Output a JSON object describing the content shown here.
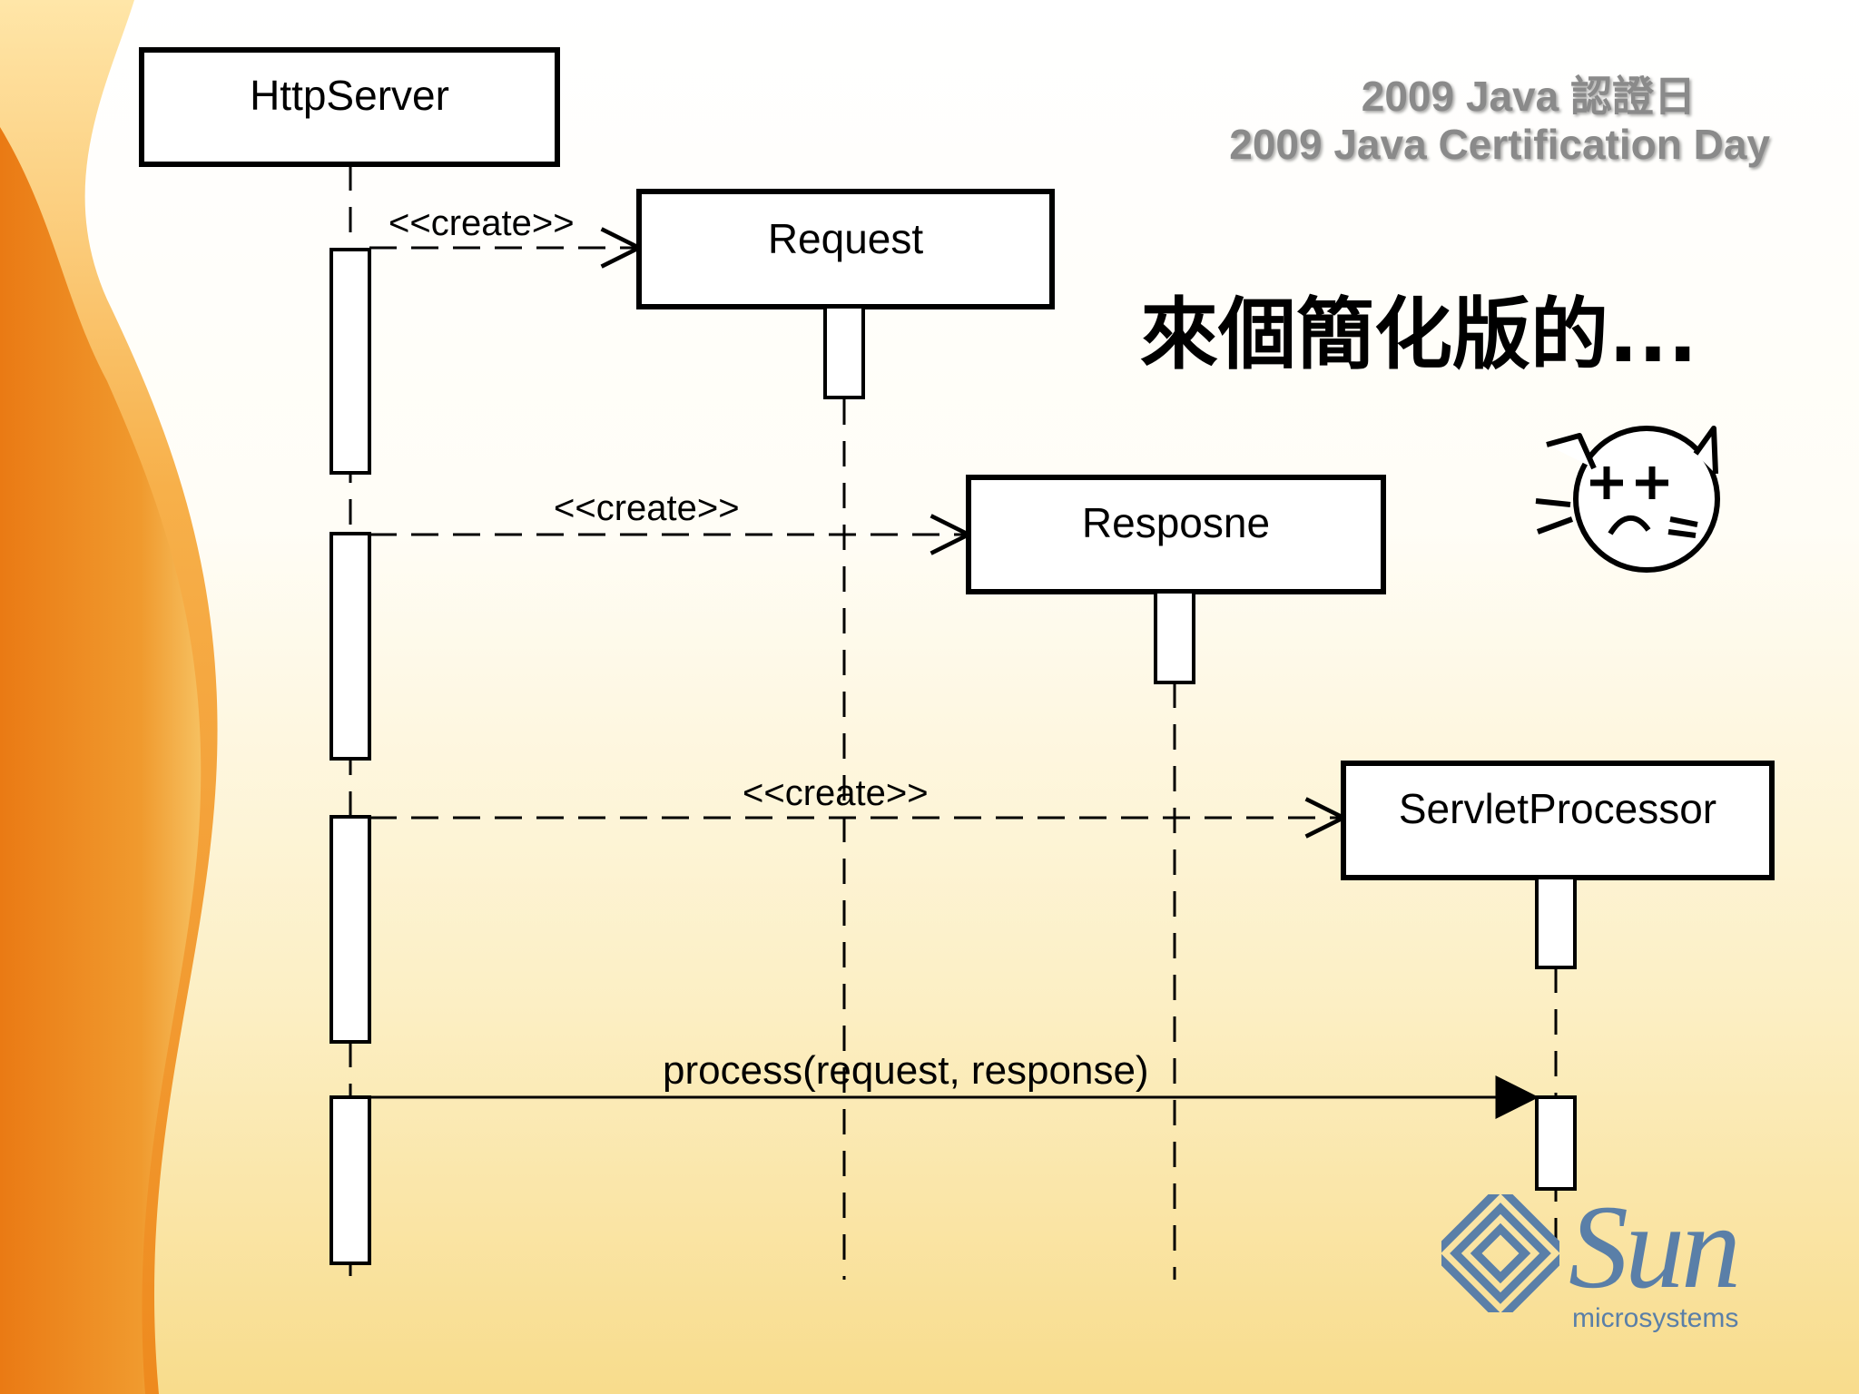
{
  "header": {
    "line1": "2009 Java 認證日",
    "line2": "2009 Java Certification Day"
  },
  "note": "來個簡化版的...",
  "colors": {
    "accent_orange": "#ee8a1e",
    "header_gray": "#8a8a8a",
    "sun_blue": "#5a7fa8",
    "line": "#000000"
  },
  "diagram": {
    "participants": [
      {
        "id": "http-server",
        "label": "HttpServer"
      },
      {
        "id": "request",
        "label": "Request"
      },
      {
        "id": "response",
        "label": "Resposne"
      },
      {
        "id": "servlet-processor",
        "label": "ServletProcessor"
      }
    ],
    "messages": [
      {
        "from": "HttpServer",
        "to": "Request",
        "label": "<<create>>",
        "style": "dashed"
      },
      {
        "from": "HttpServer",
        "to": "Resposne",
        "label": "<<create>>",
        "style": "dashed"
      },
      {
        "from": "HttpServer",
        "to": "ServletProcessor",
        "label": "<<create>>",
        "style": "dashed"
      },
      {
        "from": "HttpServer",
        "to": "ServletProcessor",
        "label": "process(request, response)",
        "style": "solid"
      }
    ]
  },
  "logo": {
    "wordmark": "Sun",
    "subtitle": "microsystems"
  },
  "icons": [
    "dizzy-cat-icon",
    "sun-logo-icon"
  ]
}
